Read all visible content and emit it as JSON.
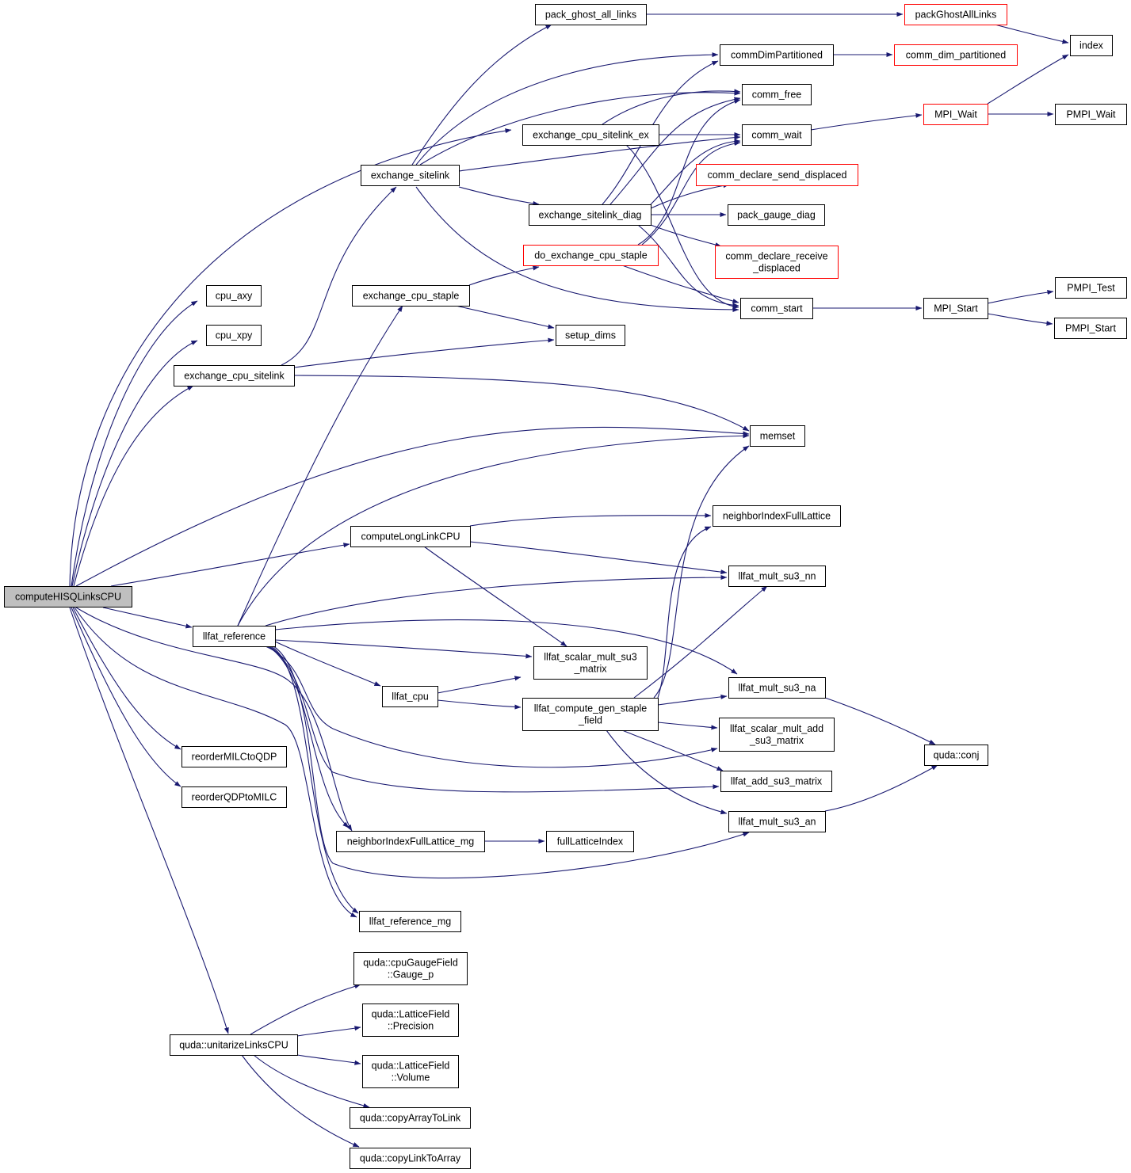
{
  "graph": {
    "root": "computeHISQLinksCPU",
    "colors": {
      "edge": "#191970",
      "normal_border": "#000000",
      "truncated_border": "#ff0000",
      "root_fill": "#bfbfbf"
    },
    "nodes": [
      {
        "id": "computeHISQLinksCPU",
        "lines": [
          "computeHISQLinksCPU"
        ],
        "style": "root"
      },
      {
        "id": "pack_ghost_all_links",
        "lines": [
          "pack_ghost_all_links"
        ],
        "style": "normal"
      },
      {
        "id": "packGhostAllLinks",
        "lines": [
          "packGhostAllLinks"
        ],
        "style": "truncated"
      },
      {
        "id": "index",
        "lines": [
          "index"
        ],
        "style": "normal"
      },
      {
        "id": "commDimPartitioned",
        "lines": [
          "commDimPartitioned"
        ],
        "style": "normal"
      },
      {
        "id": "comm_dim_partitioned",
        "lines": [
          "comm_dim_partitioned"
        ],
        "style": "truncated"
      },
      {
        "id": "comm_free",
        "lines": [
          "comm_free"
        ],
        "style": "normal"
      },
      {
        "id": "exchange_cpu_sitelink_ex",
        "lines": [
          "exchange_cpu_sitelink_ex"
        ],
        "style": "normal"
      },
      {
        "id": "comm_wait",
        "lines": [
          "comm_wait"
        ],
        "style": "normal"
      },
      {
        "id": "MPI_Wait",
        "lines": [
          "MPI_Wait"
        ],
        "style": "truncated"
      },
      {
        "id": "PMPI_Wait",
        "lines": [
          "PMPI_Wait"
        ],
        "style": "normal"
      },
      {
        "id": "exchange_sitelink",
        "lines": [
          "exchange_sitelink"
        ],
        "style": "normal"
      },
      {
        "id": "comm_declare_send_displaced",
        "lines": [
          "comm_declare_send_displaced"
        ],
        "style": "truncated"
      },
      {
        "id": "exchange_sitelink_diag",
        "lines": [
          "exchange_sitelink_diag"
        ],
        "style": "normal"
      },
      {
        "id": "pack_gauge_diag",
        "lines": [
          "pack_gauge_diag"
        ],
        "style": "normal"
      },
      {
        "id": "do_exchange_cpu_staple",
        "lines": [
          "do_exchange_cpu_staple"
        ],
        "style": "truncated"
      },
      {
        "id": "comm_declare_receive_displaced",
        "lines": [
          "comm_declare_receive",
          "_displaced"
        ],
        "style": "truncated"
      },
      {
        "id": "cpu_axy",
        "lines": [
          "cpu_axy"
        ],
        "style": "normal"
      },
      {
        "id": "exchange_cpu_staple",
        "lines": [
          "exchange_cpu_staple"
        ],
        "style": "normal"
      },
      {
        "id": "comm_start",
        "lines": [
          "comm_start"
        ],
        "style": "normal"
      },
      {
        "id": "MPI_Start",
        "lines": [
          "MPI_Start"
        ],
        "style": "normal"
      },
      {
        "id": "PMPI_Test",
        "lines": [
          "PMPI_Test"
        ],
        "style": "normal"
      },
      {
        "id": "PMPI_Start",
        "lines": [
          "PMPI_Start"
        ],
        "style": "normal"
      },
      {
        "id": "cpu_xpy",
        "lines": [
          "cpu_xpy"
        ],
        "style": "normal"
      },
      {
        "id": "setup_dims",
        "lines": [
          "setup_dims"
        ],
        "style": "normal"
      },
      {
        "id": "exchange_cpu_sitelink",
        "lines": [
          "exchange_cpu_sitelink"
        ],
        "style": "normal"
      },
      {
        "id": "memset",
        "lines": [
          "memset"
        ],
        "style": "normal"
      },
      {
        "id": "neighborIndexFullLattice",
        "lines": [
          "neighborIndexFullLattice"
        ],
        "style": "normal"
      },
      {
        "id": "computeLongLinkCPU",
        "lines": [
          "computeLongLinkCPU"
        ],
        "style": "normal"
      },
      {
        "id": "llfat_mult_su3_nn",
        "lines": [
          "llfat_mult_su3_nn"
        ],
        "style": "normal"
      },
      {
        "id": "llfat_reference",
        "lines": [
          "llfat_reference"
        ],
        "style": "normal"
      },
      {
        "id": "llfat_scalar_mult_su3_matrix",
        "lines": [
          "llfat_scalar_mult_su3",
          "_matrix"
        ],
        "style": "normal"
      },
      {
        "id": "llfat_mult_su3_na",
        "lines": [
          "llfat_mult_su3_na"
        ],
        "style": "normal"
      },
      {
        "id": "llfat_cpu",
        "lines": [
          "llfat_cpu"
        ],
        "style": "normal"
      },
      {
        "id": "llfat_compute_gen_staple_field",
        "lines": [
          "llfat_compute_gen_staple",
          "_field"
        ],
        "style": "normal"
      },
      {
        "id": "llfat_scalar_mult_add_su3_matrix",
        "lines": [
          "llfat_scalar_mult_add",
          "_su3_matrix"
        ],
        "style": "normal"
      },
      {
        "id": "quda_conj",
        "lines": [
          "quda::conj"
        ],
        "style": "normal"
      },
      {
        "id": "reorderMILCtoQDP",
        "lines": [
          "reorderMILCtoQDP"
        ],
        "style": "normal"
      },
      {
        "id": "llfat_add_su3_matrix",
        "lines": [
          "llfat_add_su3_matrix"
        ],
        "style": "normal"
      },
      {
        "id": "reorderQDPtoMILC",
        "lines": [
          "reorderQDPtoMILC"
        ],
        "style": "normal"
      },
      {
        "id": "llfat_mult_su3_an",
        "lines": [
          "llfat_mult_su3_an"
        ],
        "style": "normal"
      },
      {
        "id": "neighborIndexFullLattice_mg",
        "lines": [
          "neighborIndexFullLattice_mg"
        ],
        "style": "normal"
      },
      {
        "id": "fullLatticeIndex",
        "lines": [
          "fullLatticeIndex"
        ],
        "style": "normal"
      },
      {
        "id": "llfat_reference_mg",
        "lines": [
          "llfat_reference_mg"
        ],
        "style": "normal"
      },
      {
        "id": "gauge_p",
        "lines": [
          "quda::cpuGaugeField",
          "::Gauge_p"
        ],
        "style": "normal"
      },
      {
        "id": "lf_precision",
        "lines": [
          "quda::LatticeField",
          "::Precision"
        ],
        "style": "normal"
      },
      {
        "id": "unitarizeLinksCPU",
        "lines": [
          "quda::unitarizeLinksCPU"
        ],
        "style": "normal"
      },
      {
        "id": "lf_volume",
        "lines": [
          "quda::LatticeField",
          "::Volume"
        ],
        "style": "normal"
      },
      {
        "id": "copyArrayToLink",
        "lines": [
          "quda::copyArrayToLink"
        ],
        "style": "normal"
      },
      {
        "id": "copyLinkToArray",
        "lines": [
          "quda::copyLinkToArray"
        ],
        "style": "normal"
      }
    ]
  }
}
